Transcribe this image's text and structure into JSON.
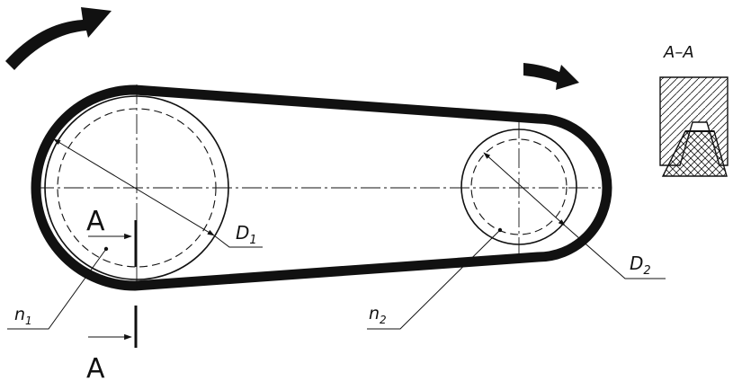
{
  "labels": {
    "d1": "D",
    "d1_sub": "1",
    "d2": "D",
    "d2_sub": "2",
    "n1": "n",
    "n1_sub": "1",
    "n2": "n",
    "n2_sub": "2",
    "cut_top": "A",
    "cut_bottom": "A",
    "section_title": "A–A"
  },
  "colors": {
    "ink": "#111111",
    "background": "#ffffff"
  }
}
